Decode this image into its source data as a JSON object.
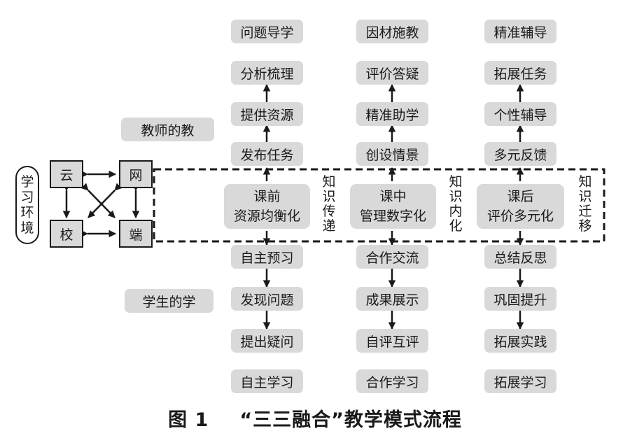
{
  "columns": {
    "pre": {
      "teacher_steps": [
        "问题导学",
        "分析梳理",
        "提供资源",
        "发布任务"
      ],
      "phase_title": "课前",
      "phase_subtitle": "资源均衡化",
      "knowledge": "知识传递",
      "student_steps": [
        "自主预习",
        "发现问题",
        "提出疑问",
        "自主学习"
      ]
    },
    "mid": {
      "teacher_steps": [
        "因材施教",
        "评价答疑",
        "精准助学",
        "创设情景"
      ],
      "phase_title": "课中",
      "phase_subtitle": "管理数字化",
      "knowledge": "知识内化",
      "student_steps": [
        "合作交流",
        "成果展示",
        "自评互评",
        "合作学习"
      ]
    },
    "post": {
      "teacher_steps": [
        "精准辅导",
        "拓展任务",
        "个性辅导",
        "多元反馈"
      ],
      "phase_title": "课后",
      "phase_subtitle": "评价多元化",
      "knowledge": "知识迁移",
      "student_steps": [
        "总结反思",
        "巩固提升",
        "拓展实践",
        "拓展学习"
      ]
    }
  },
  "labels": {
    "teacher_teaching": "教师的教",
    "student_learning": "学生的学"
  },
  "environment": {
    "label": "学习环境",
    "nodes": {
      "cloud": "云",
      "net": "网",
      "school": "校",
      "terminal": "端"
    }
  },
  "caption": {
    "figure_no": "图 1",
    "title": "“三三融合”教学模式流程"
  },
  "colors": {
    "box_fill": "#d9d9d9",
    "line": "#1a1a1a",
    "background": "#ffffff"
  }
}
